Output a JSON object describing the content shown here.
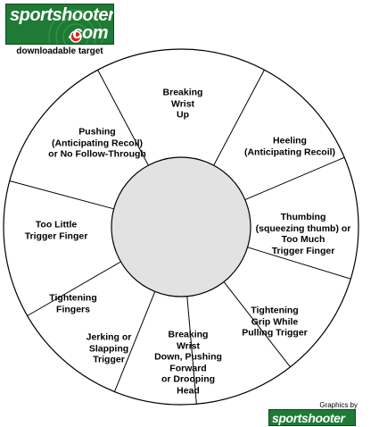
{
  "header": {
    "logo_line1": "sportshooter",
    "logo_line2": ".com",
    "tagline": "downloadable target"
  },
  "segments": [
    {
      "lines": [
        "Breaking",
        "Wrist",
        "Up"
      ]
    },
    {
      "lines": [
        "Heeling",
        "(Anticipating Recoil)"
      ]
    },
    {
      "lines": [
        "Thumbing",
        "(squeezing thumb) or",
        "Too Much",
        "Trigger Finger"
      ]
    },
    {
      "lines": [
        "Tightening",
        "Grip While",
        "Pulling Trigger"
      ]
    },
    {
      "lines": [
        "Breaking",
        "Wrist",
        "Down, Pushing",
        "Forward",
        "or Drooping",
        "Head"
      ]
    },
    {
      "lines": [
        "Jerking or",
        "Slapping",
        "Trigger"
      ]
    },
    {
      "lines": [
        "Tightening",
        "Fingers"
      ]
    },
    {
      "lines": [
        "Too Little",
        "Trigger Finger"
      ]
    },
    {
      "lines": [
        "Pushing",
        "(Anticipating Recoil)",
        "or No Follow-Through"
      ]
    }
  ],
  "footer": {
    "credit": "Graphics by",
    "logo": "sportshooter"
  },
  "colors": {
    "brand_green": "#1e7a34",
    "bullseye_fill": "#e2e2e2",
    "line": "#000000"
  }
}
